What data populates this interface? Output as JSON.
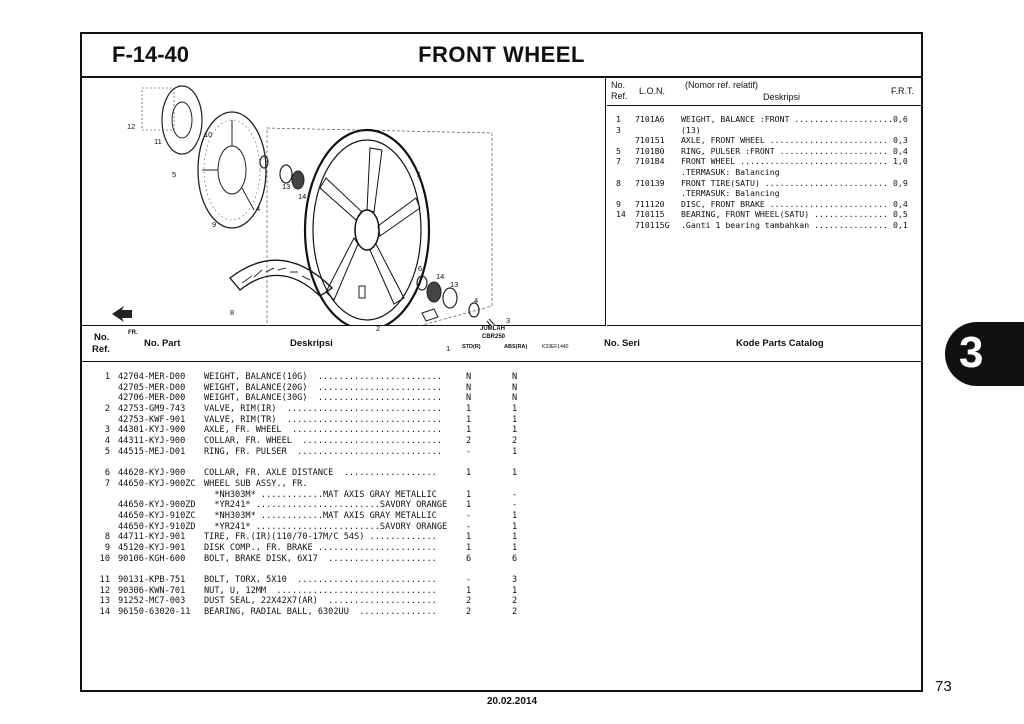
{
  "header": {
    "figure_code": "F-14-40",
    "title": "FRONT WHEEL"
  },
  "illustration": {
    "callouts": [
      "12",
      "11",
      "5",
      "10",
      "9",
      "4",
      "13",
      "14",
      "7",
      "6",
      "14",
      "13",
      "4",
      "3",
      "8",
      "2",
      "1"
    ],
    "code": "K33EF1440",
    "direction": "FR."
  },
  "ref_panel": {
    "col_no": "No.",
    "col_ref": "Ref.",
    "col_lon": "L.O.N.",
    "col_nomor": "(Nomor ref. relatif)",
    "col_desc": "Deskripsi",
    "col_frt": "F.R.T.",
    "rows": [
      {
        "ref": "1",
        "lon": "7101A6",
        "desc": "WEIGHT, BALANCE :FRONT ....................",
        "frt": "0,6"
      },
      {
        "ref": "3",
        "lon": "",
        "desc": "(13)",
        "frt": ""
      },
      {
        "ref": "",
        "lon": "710151",
        "desc": "AXLE, FRONT WHEEL ........................",
        "frt": "0,3"
      },
      {
        "ref": "5",
        "lon": "7101B0",
        "desc": "RING, PULSER :FRONT ......................",
        "frt": "0,4"
      },
      {
        "ref": "7",
        "lon": "7101B4",
        "desc": "FRONT WHEEL ..............................",
        "frt": "1,0"
      },
      {
        "ref": "",
        "lon": "",
        "desc": ".TERMASUK: Balancing",
        "frt": ""
      },
      {
        "ref": "8",
        "lon": "710139",
        "desc": "FRONT TIRE(SATU) .........................",
        "frt": "0,9"
      },
      {
        "ref": "",
        "lon": "",
        "desc": ".TERMASUK: Balancing",
        "frt": ""
      },
      {
        "ref": "9",
        "lon": "711120",
        "desc": "DISC, FRONT BRAKE ........................",
        "frt": "0,4"
      },
      {
        "ref": "14",
        "lon": "710115",
        "desc": "BEARING, FRONT WHEEL(SATU) ...............",
        "frt": "0,5"
      },
      {
        "ref": "",
        "lon": "710115G",
        "desc": ".Ganti 1 bearing tambahkan ...............",
        "frt": "0,1"
      }
    ]
  },
  "parts_table": {
    "col_no": "No.",
    "col_ref": "Ref.",
    "col_part": "No. Part",
    "col_desc": "Deskripsi",
    "col_jumlah": "JUMLAH",
    "col_model": "CBR250",
    "col_std": "STD(R)",
    "col_abs": "ABS(RA)",
    "col_seri": "No. Seri",
    "col_catalog": "Kode Parts Catalog",
    "groups": [
      [
        {
          "ref": "1",
          "part": "42704-MER-D00",
          "desc": "WEIGHT, BALANCE(10G)  ........................",
          "std": "N",
          "abs": "N"
        },
        {
          "ref": "",
          "part": "42705-MER-D00",
          "desc": "WEIGHT, BALANCE(20G)  ........................",
          "std": "N",
          "abs": "N"
        },
        {
          "ref": "",
          "part": "42706-MER-D00",
          "desc": "WEIGHT, BALANCE(30G)  ........................",
          "std": "N",
          "abs": "N"
        },
        {
          "ref": "2",
          "part": "42753-GM9-743",
          "desc": "VALVE, RIM(IR)  ..............................",
          "std": "1",
          "abs": "1"
        },
        {
          "ref": "",
          "part": "42753-KWF-901",
          "desc": "VALVE, RIM(TR)  ..............................",
          "std": "1",
          "abs": "1"
        },
        {
          "ref": "3",
          "part": "44301-KYJ-900",
          "desc": "AXLE, FR. WHEEL  .............................",
          "std": "1",
          "abs": "1"
        },
        {
          "ref": "4",
          "part": "44311-KYJ-900",
          "desc": "COLLAR, FR. WHEEL  ...........................",
          "std": "2",
          "abs": "2"
        },
        {
          "ref": "5",
          "part": "44515-MEJ-D01",
          "desc": "RING, FR. PULSER  ............................",
          "std": "-",
          "abs": "1"
        }
      ],
      [
        {
          "ref": "6",
          "part": "44620-KYJ-900",
          "desc": "COLLAR, FR. AXLE DISTANCE  ..................",
          "std": "1",
          "abs": "1"
        },
        {
          "ref": "7",
          "part": "44650-KYJ-900ZC",
          "desc": "WHEEL SUB ASSY., FR.",
          "std": "",
          "abs": ""
        },
        {
          "ref": "",
          "part": "",
          "desc": "  *NH303M* ............MAT AXIS GRAY METALLIC",
          "std": "1",
          "abs": "-"
        },
        {
          "ref": "",
          "part": "44650-KYJ-900ZD",
          "desc": "  *YR241* ........................SAVORY ORANGE",
          "std": "1",
          "abs": "-"
        },
        {
          "ref": "",
          "part": "44650-KYJ-910ZC",
          "desc": "  *NH303M* ............MAT AXIS GRAY METALLIC",
          "std": "-",
          "abs": "1"
        },
        {
          "ref": "",
          "part": "44650-KYJ-910ZD",
          "desc": "  *YR241* ........................SAVORY ORANGE",
          "std": "-",
          "abs": "1"
        },
        {
          "ref": "8",
          "part": "44711-KYJ-901",
          "desc": "TIRE, FR.(IR)(110/70-17M/C 54S) .............",
          "std": "1",
          "abs": "1"
        },
        {
          "ref": "9",
          "part": "45120-KYJ-901",
          "desc": "DISK COMP., FR. BRAKE .......................",
          "std": "1",
          "abs": "1"
        },
        {
          "ref": "10",
          "part": "90106-KGH-600",
          "desc": "BOLT, BRAKE DISK, 6X17  .....................",
          "std": "6",
          "abs": "6"
        }
      ],
      [
        {
          "ref": "11",
          "part": "90131-KPB-751",
          "desc": "BOLT, TORX, 5X10  ...........................",
          "std": "-",
          "abs": "3"
        },
        {
          "ref": "12",
          "part": "90306-KWN-701",
          "desc": "NUT, U, 12MM  ...............................",
          "std": "1",
          "abs": "1"
        },
        {
          "ref": "13",
          "part": "91252-MC7-003",
          "desc": "DUST SEAL, 22X42X7(AR)  .....................",
          "std": "2",
          "abs": "2"
        },
        {
          "ref": "14",
          "part": "96150-63020-11",
          "desc": "BEARING, RADIAL BALL, 6302UU  ...............",
          "std": "2",
          "abs": "2"
        }
      ]
    ]
  },
  "footer": {
    "date": "20.02.2014",
    "page_number": "73",
    "chapter": "3"
  }
}
